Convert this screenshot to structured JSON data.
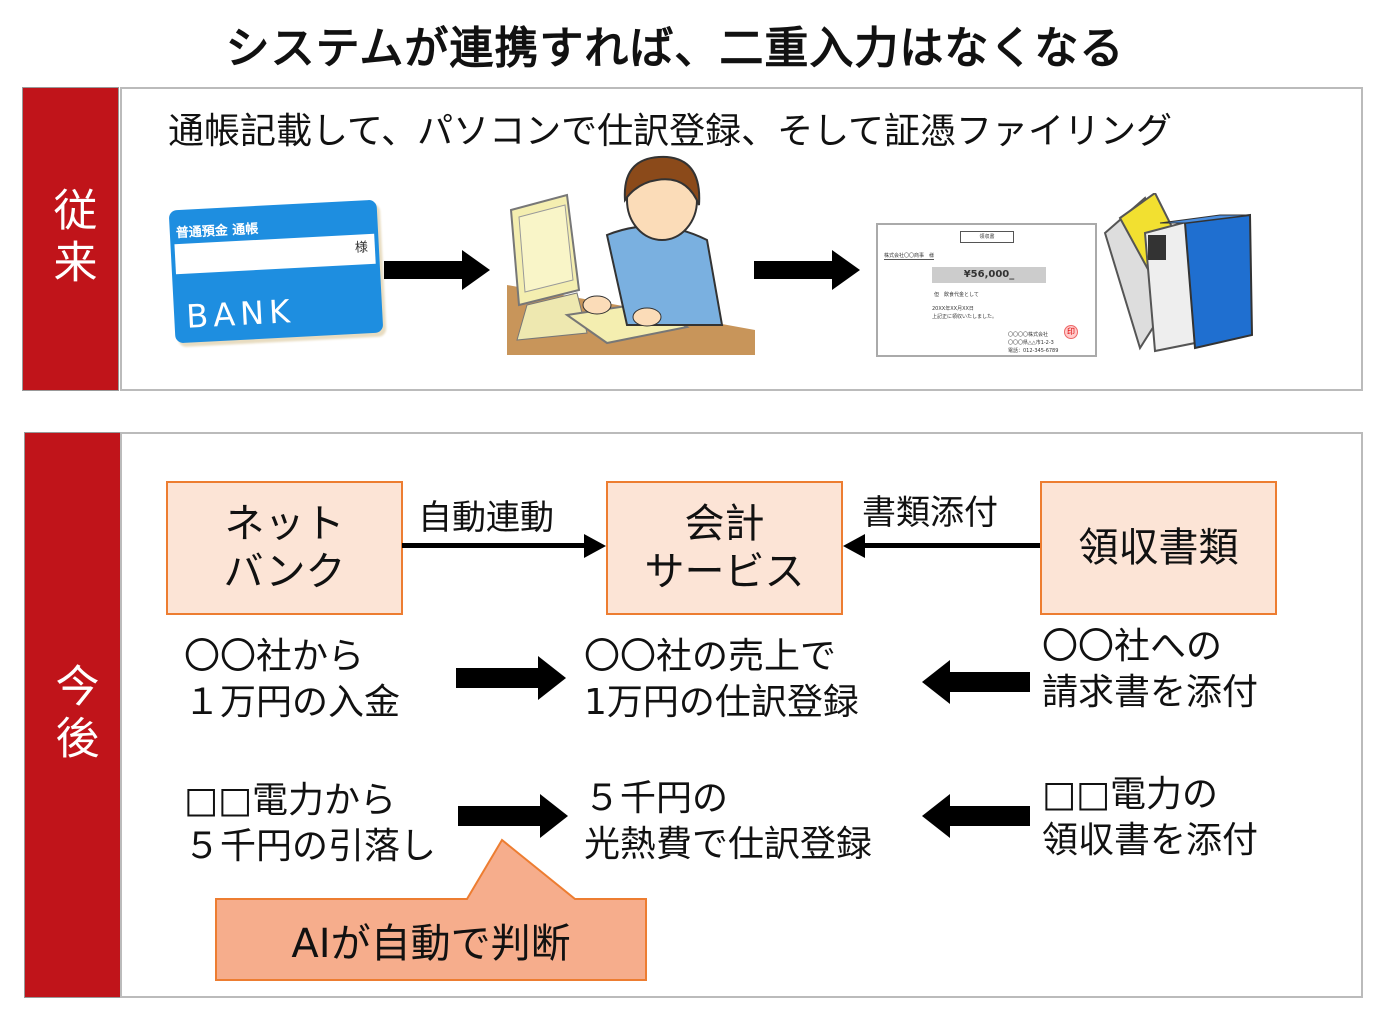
{
  "title": "システムが連携すれば、二重入力はなくなる",
  "before": {
    "label": "従来",
    "caption": "通帳記載して、パソコンで仕訳登録、そして証憑ファイリング",
    "passbook": {
      "header": "普通預金 通帳",
      "suffix": "様",
      "brand": "BANK",
      "color": "#1e8ee0"
    },
    "receipt": {
      "heading": "領収書",
      "addressee": "株式会社〇〇商事　様",
      "amount": "¥56,000_",
      "note": "但　飲食代金として",
      "date": "20XX年XX月XX日",
      "thanks": "上記正に領収いたしました。",
      "company": "〇〇〇〇株式会社",
      "address": "〇〇〇県△△市1-2-3",
      "phone": "電話：012-345-6789",
      "stamp": "印"
    }
  },
  "after": {
    "label": "今後",
    "boxes": {
      "netbank": "ネット\nバンク",
      "accounting": "会計\nサービス",
      "receipts": "領収書類"
    },
    "arrow_labels": {
      "auto": "自動連動",
      "attach": "書類添付"
    },
    "row1": {
      "left": "〇〇社から\n１万円の入金",
      "center": "〇〇社の売上で\n1万円の仕訳登録",
      "right": "〇〇社への\n請求書を添付"
    },
    "row2": {
      "left": "□□電力から\n５千円の引落し",
      "center": "５千円の\n光熱費で仕訳登録",
      "right": "□□電力の\n領収書を添付"
    },
    "callout": "AIが自動で判断"
  },
  "colors": {
    "red": "#c0141a",
    "box_fill": "#fce4d6",
    "box_border": "#ed7d31",
    "callout_fill": "#f6ad8c"
  }
}
